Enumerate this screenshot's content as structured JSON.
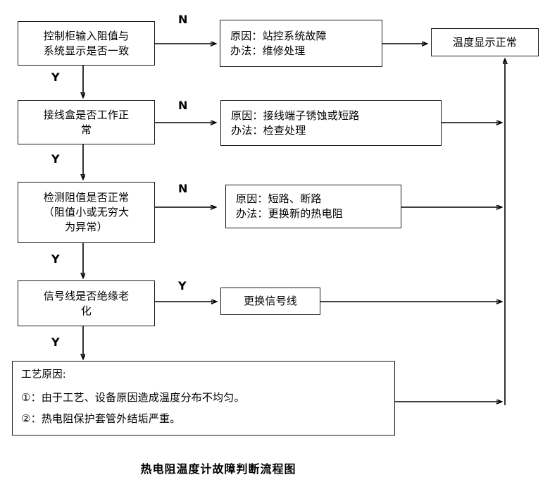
{
  "diagram": {
    "title": "热电阻温度计故障判断流程图",
    "nodes": {
      "decision_1": "控制柜输入阻值与\n系统显示是否一致",
      "decision_2": "接线盒是否工作正\n常",
      "decision_3": "检测阻值是否正常\n（阻值小或无穷大\n为异常）",
      "decision_4": "信号线是否绝缘老\n化",
      "cause_1": "原因：站控系统故障\n办法：维修处理",
      "cause_2": "原因：接线端子锈蚀或短路\n办法：检查处理",
      "cause_3": "原因：短路、断路\n办法：更换新的热电阻",
      "action_1": "更换信号线",
      "result": "温度显示正常"
    },
    "process_box": {
      "heading": "工艺原因:",
      "items": [
        "①：由于工艺、设备原因造成温度分布不均匀。",
        "②：热电阻保护套管外结垢严重。"
      ]
    },
    "edge_labels": {
      "n1": "N",
      "n2": "N",
      "n3": "N",
      "y_branch": "Y",
      "y1": "Y",
      "y2": "Y",
      "y3": "Y",
      "y4": "Y"
    },
    "colors": {
      "stroke": "#1a1a1a",
      "background": "#ffffff",
      "text": "#000000"
    }
  }
}
